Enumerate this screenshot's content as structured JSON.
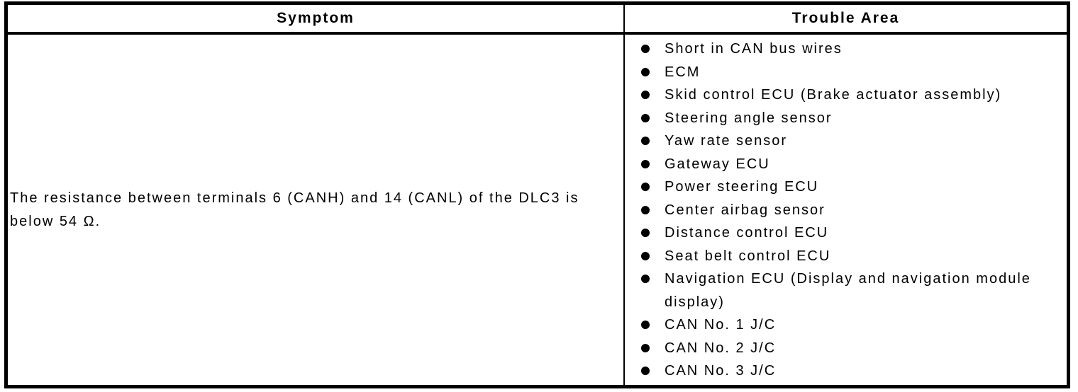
{
  "table": {
    "header": {
      "symptom": "Symptom",
      "trouble_area": "Trouble Area"
    },
    "symptom_text": "The resistance between terminals 6 (CANH) and 14 (CANL) of the DLC3 is below 54 Ω.",
    "trouble_areas": [
      "Short in CAN bus wires",
      "ECM",
      "Skid control ECU (Brake actuator assembly)",
      "Steering angle sensor",
      "Yaw rate sensor",
      "Gateway ECU",
      "Power steering ECU",
      "Center airbag sensor",
      "Distance control ECU",
      "Seat belt control ECU",
      "Navigation ECU (Display and navigation module display)",
      "CAN No. 1 J/C",
      "CAN No. 2 J/C",
      "CAN No. 3 J/C"
    ]
  },
  "colors": {
    "border": "#000000",
    "text": "#000000",
    "background": "#ffffff"
  }
}
